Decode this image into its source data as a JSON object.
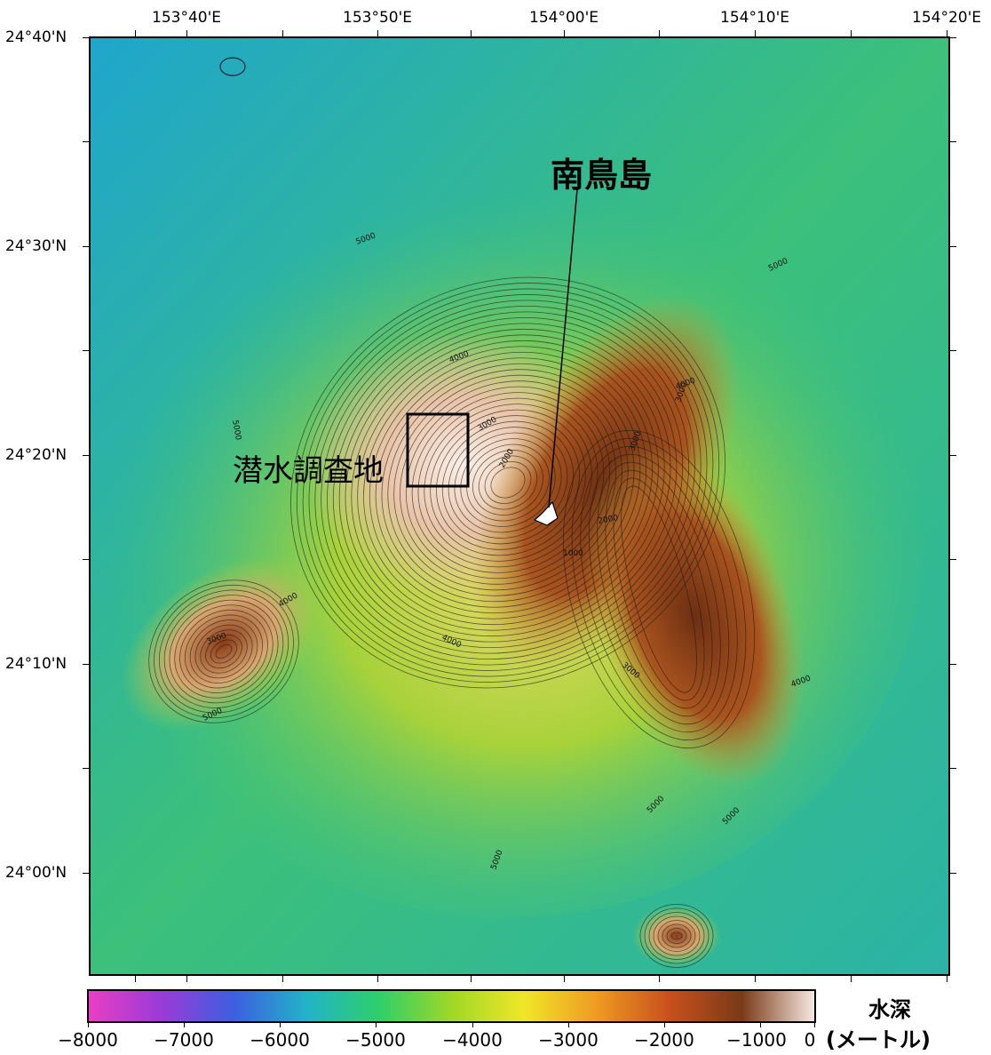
{
  "map": {
    "lon_labels": [
      "153°40'E",
      "153°50'E",
      "154°00'E",
      "154°10'E",
      "154°20'E"
    ],
    "lat_labels": [
      "24°40'N",
      "24°30'N",
      "24°20'N",
      "24°10'N",
      "24°00'N"
    ],
    "contour_labels": [
      "5000",
      "5000",
      "5000",
      "4000",
      "4000",
      "3000",
      "3000",
      "2000",
      "2000",
      "1000",
      "3000",
      "4000",
      "5000",
      "4000",
      "3000",
      "5000",
      "4000",
      "3000",
      "5000",
      "5000"
    ],
    "annotations": {
      "island_name": "南鳥島",
      "survey_site": "潜水調査地"
    }
  },
  "colorbar": {
    "title_line1": "水深",
    "title_line2": "(メートル)",
    "tick_labels": [
      "−8000",
      "−7000",
      "−6000",
      "−5000",
      "−4000",
      "−3000",
      "−2000",
      "−1000",
      "0"
    ],
    "colors": [
      "#e83fc4",
      "#9a3bd8",
      "#3c5fe0",
      "#22b3c8",
      "#2ecf6a",
      "#9fd826",
      "#f0e628",
      "#ef9a22",
      "#c8501c",
      "#7a3a18",
      "#f6e8e0"
    ]
  }
}
